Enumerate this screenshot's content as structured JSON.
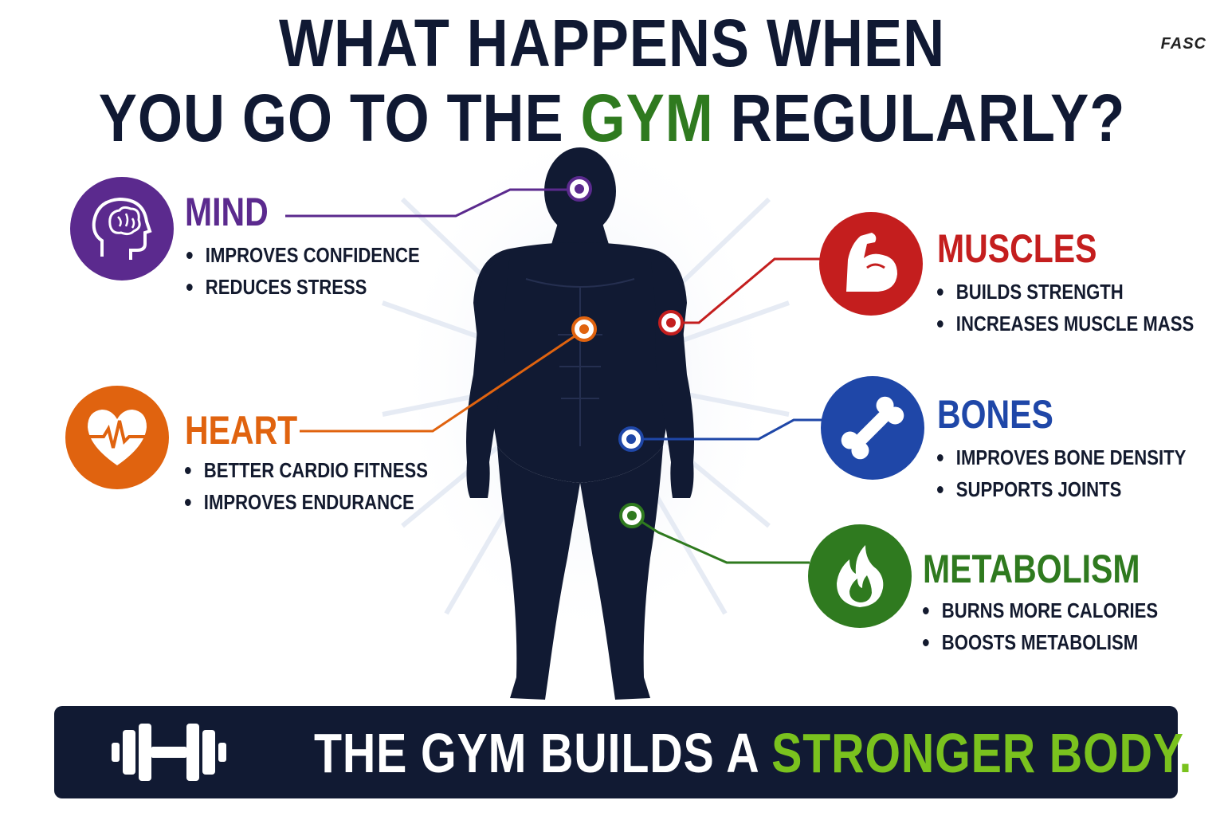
{
  "title": {
    "line1": "WHAT HAPPENS WHEN",
    "line2_before": "YOU GO TO THE",
    "line2_highlight": "GYM",
    "line2_after": "REGULARLY?"
  },
  "brand": "FASC",
  "colors": {
    "navy": "#111a33",
    "mind": "#5b2a8e",
    "heart": "#e0630f",
    "muscles": "#c41e1e",
    "bones": "#1f47a8",
    "metabolism": "#2f7a1f",
    "highlight": "#7ac21e"
  },
  "sections": {
    "mind": {
      "icon": "brain-head-icon",
      "title": "MIND",
      "bullets": [
        "IMPROVES CONFIDENCE",
        "REDUCES STRESS"
      ]
    },
    "heart": {
      "icon": "heartbeat-icon",
      "title": "HEART",
      "bullets": [
        "BETTER CARDIO FITNESS",
        "IMPROVES ENDURANCE"
      ]
    },
    "muscles": {
      "icon": "flexed-arm-icon",
      "title": "MUSCLES",
      "bullets": [
        "BUILDS STRENGTH",
        "INCREASES MUSCLE MASS"
      ]
    },
    "bones": {
      "icon": "bone-icon",
      "title": "BONES",
      "bullets": [
        "IMPROVES BONE DENSITY",
        "SUPPORTS JOINTS"
      ]
    },
    "metabolism": {
      "icon": "flame-icon",
      "title": "METABOLISM",
      "bullets": [
        "BURNS MORE CALORIES",
        "BOOSTS METABOLISM"
      ]
    }
  },
  "banner": {
    "icon": "dumbbell-icon",
    "text_before": "THE GYM BUILDS A",
    "text_highlight": "STRONGER BODY."
  }
}
